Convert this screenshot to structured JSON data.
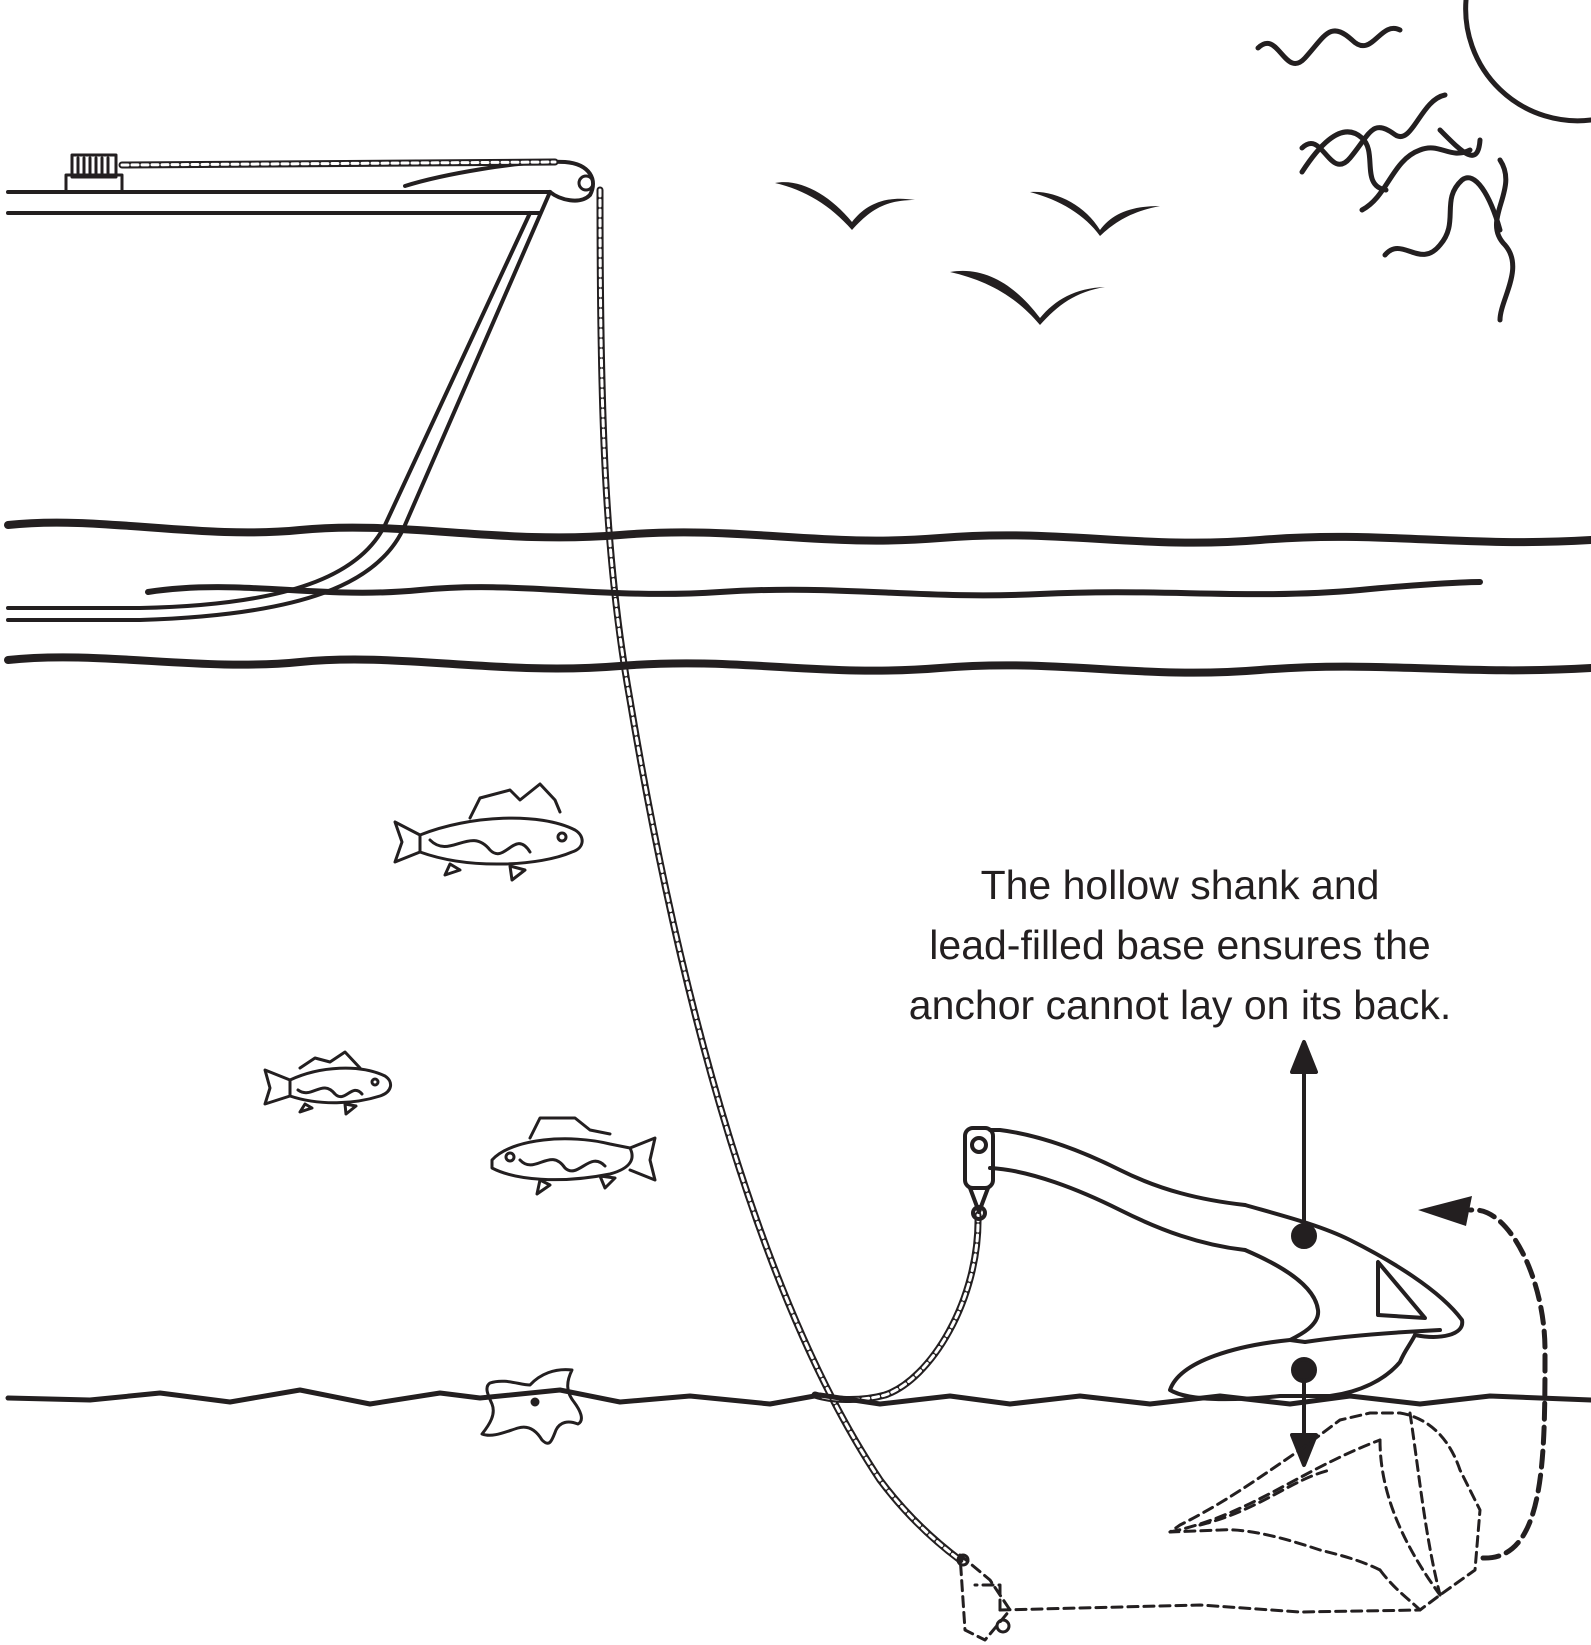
{
  "caption": {
    "line1": "The hollow shank and",
    "line2": "lead-filled base ensures the",
    "line3": "anchor cannot lay on its back."
  },
  "colors": {
    "ink": "#231f20",
    "background": "#ffffff"
  }
}
